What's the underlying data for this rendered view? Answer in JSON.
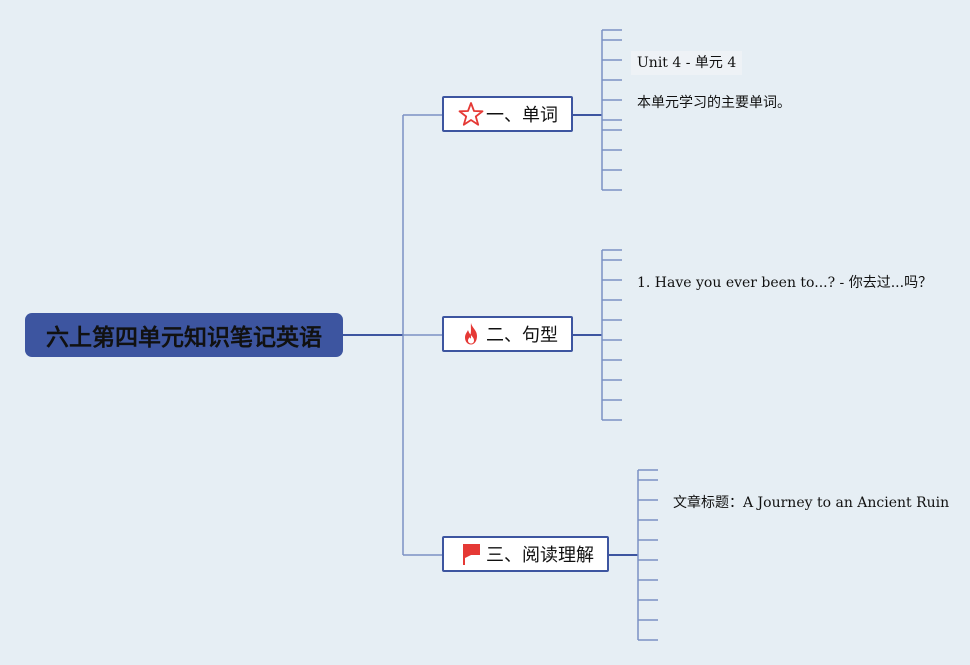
{
  "root": {
    "label": "六上第四单元知识笔记英语"
  },
  "branches": [
    {
      "label": "一、单词",
      "icon": "star-icon",
      "icon_color": "#e53935",
      "notes": [
        "Unit 4 - 单元 4",
        "本单元学习的主要单词。"
      ]
    },
    {
      "label": "二、句型",
      "icon": "fire-icon",
      "icon_color": "#e53935",
      "notes": [
        "1. Have you ever been to...? - 你去过...吗？"
      ]
    },
    {
      "label": "三、阅读理解",
      "icon": "flag-icon",
      "icon_color": "#e53935",
      "notes": [
        "文章标题：A Journey to an Ancient Ruin"
      ]
    }
  ],
  "colors": {
    "accent": "#3d55a0",
    "line": "#7b91c4",
    "background": "#e6eef4"
  }
}
